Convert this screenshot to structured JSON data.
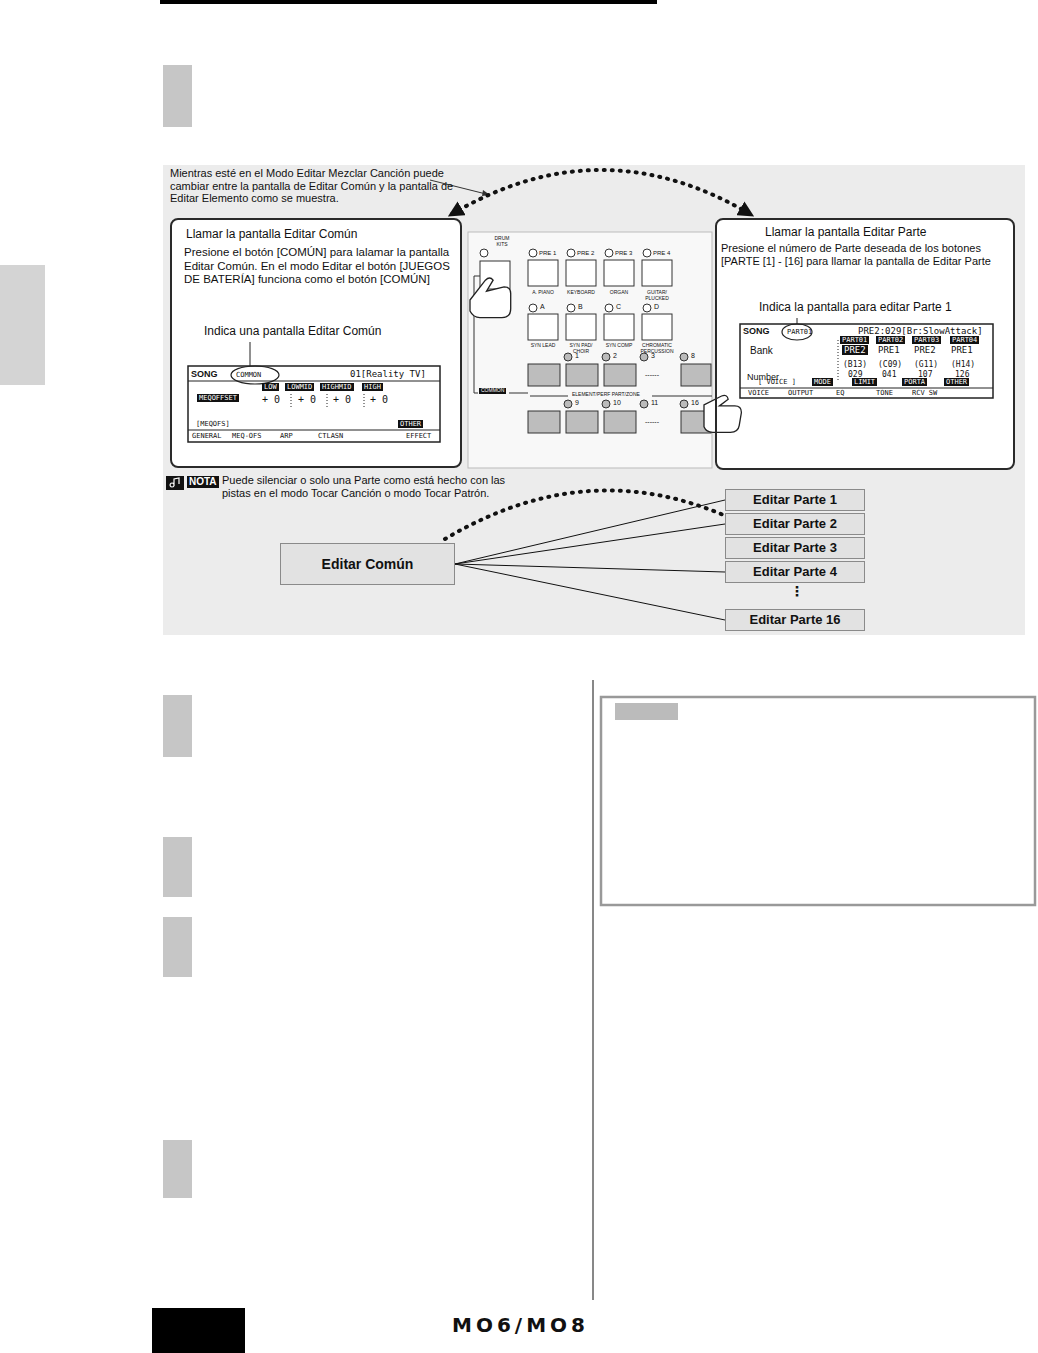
{
  "diagram": {
    "nodes": [
      {
        "text": [
          "Llamar la pantalla Editar Común",
          "Presione el botón [COMÚN] para lalamar la pantalla Editar Común. En el modo Editar el botón [JUEGOS DE BATERÍA] funciona como el botón [COMÚN]",
          "Indica una pantalla Editar Común"
        ]
      },
      {
        "text": [
          "Llamar la pantalla Editar Parte",
          "Presione el número de Parte deseada de los botones [PARTE [1] - [16] para llamar la pantalla de Editar Parte",
          "Indica la pantalla para editar Parte 1"
        ]
      },
      {
        "text": [
          "Editar Común"
        ]
      },
      {
        "text": [
          "Editar Parte 1"
        ]
      },
      {
        "text": [
          "Editar Parte 2"
        ]
      },
      {
        "text": [
          "Editar Parte 3"
        ]
      },
      {
        "text": [
          "Editar Parte 4"
        ]
      },
      {
        "text": [
          "Editar Parte 16"
        ]
      }
    ],
    "edges": [
      {
        "from": 0,
        "to": 1,
        "arrow": "both"
      },
      {
        "from": 2,
        "to": 3,
        "arrow": "none"
      },
      {
        "from": 2,
        "to": 4,
        "arrow": "none"
      },
      {
        "from": 2,
        "to": 5,
        "arrow": "none"
      },
      {
        "from": 2,
        "to": 6,
        "arrow": "none"
      },
      {
        "from": 2,
        "to": 7,
        "arrow": "none"
      }
    ],
    "labels": [
      "Mientras esté en el Modo Editar Mezclar Canción puede cambiar entre la pantalla de Editar Común y la pantalla de Editar Elemento como se muestra.",
      "SONG",
      "COMMON",
      "01[Reality TV]",
      "LOW",
      "LOWMID",
      "HIGHMID",
      "HIGH",
      "MEQOFFSET",
      "+ 0",
      "+ 0",
      "+ 0",
      "+ 0",
      "[MEQOFS]",
      "OTHER",
      "GENERAL",
      "MEQ-OFS",
      "ARP",
      "CTLASN",
      "EFFECT",
      "DRUM KITS",
      "PRE 1",
      "PRE 2",
      "PRE 3",
      "PRE 4",
      "A. PIANO",
      "KEYBOARD",
      "ORGAN",
      "GUITAR/ PLUCKED",
      "A",
      "B",
      "C",
      "D",
      "SYN LEAD",
      "SYN PAD/ CHOIR",
      "SYN COMP",
      "CHROMATIC PERCUSSION",
      "1",
      "2",
      "3",
      "------",
      "8",
      "COMMON",
      "ELEMENT/PERF PART/ZONE",
      "9",
      "10",
      "11",
      "------",
      "16",
      "SONG",
      "PART01",
      "PRE2:029[Br:SlowAttack]",
      "PART01",
      "PART02",
      "PART03",
      "PART04",
      "Bank",
      "PRE2",
      "PRE1",
      "PRE2",
      "PRE1",
      "Number",
      "(B13)",
      "029",
      "(C09)",
      "041",
      "(G11)",
      "107",
      "(H14)",
      "126",
      "[ VOICE ]",
      "MODE",
      "LIMIT",
      "PORTA",
      "OTHER",
      "VOICE",
      "OUTPUT",
      "EQ",
      "TONE",
      "RCV SW",
      "NOTA",
      "Puede silenciar o solo una Parte como está hecho con las pistas en el modo Tocar Canción o modo Tocar Patrón.",
      "⋮",
      "MO6/MO8"
    ]
  }
}
